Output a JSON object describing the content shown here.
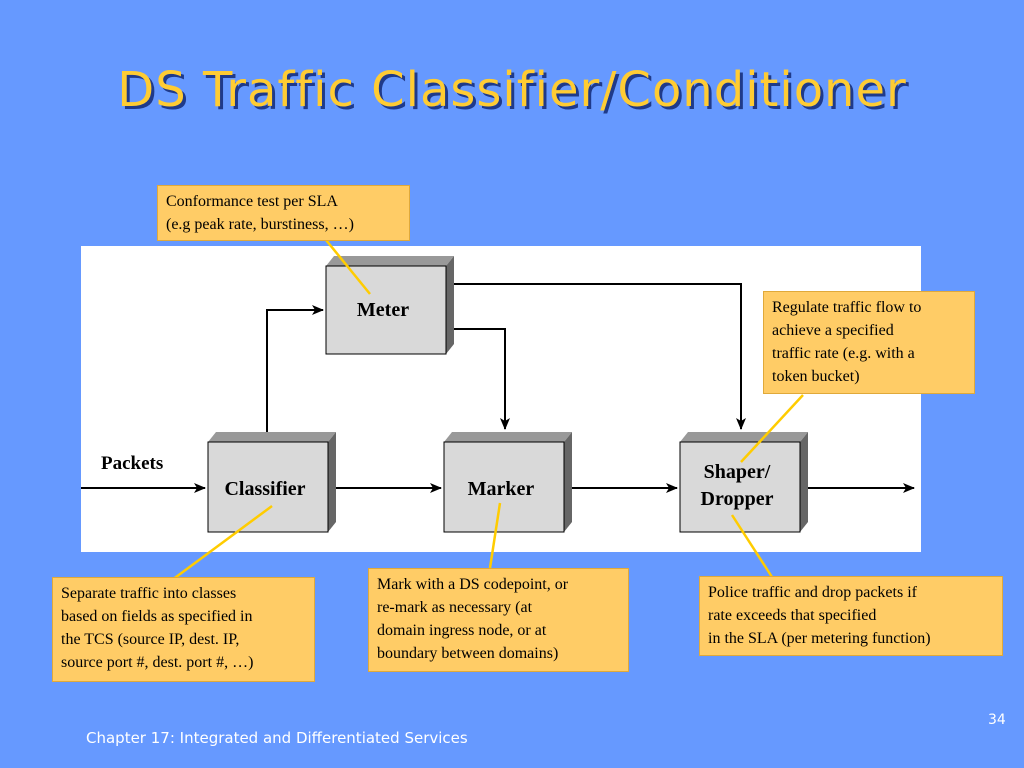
{
  "slide": {
    "title": "DS Traffic Classifier/Conditioner",
    "footer": "Chapter 17:  Integrated and Differentiated Services",
    "page_number": "34",
    "colors": {
      "background": "#6699ff",
      "title": "#ffcc33",
      "callout": "#ffcc66",
      "box_face": "#d9d9d9",
      "box_side": "#666666",
      "leader_line": "#ffcc00"
    }
  },
  "diagram": {
    "input_label": "Packets",
    "blocks": {
      "meter": "Meter",
      "classifier": "Classifier",
      "marker": "Marker",
      "shaper_line1": "Shaper/",
      "shaper_line2": "Dropper"
    }
  },
  "callouts": {
    "meter": "Conformance test per SLA\n(e.g peak rate, burstiness, …)",
    "shaper_regulate": "Regulate traffic flow to\nachieve a specified\ntraffic rate (e.g. with a\ntoken bucket)",
    "classifier": "Separate traffic into classes\nbased on fields as specified in\nthe TCS (source IP, dest. IP,\nsource port #, dest. port #, …)",
    "marker": "Mark with a DS codepoint, or\nre-mark as necessary (at\ndomain ingress node, or at\nboundary between domains)",
    "shaper_police": "Police traffic and drop packets if\nrate exceeds that specified\nin the SLA (per metering function)"
  }
}
